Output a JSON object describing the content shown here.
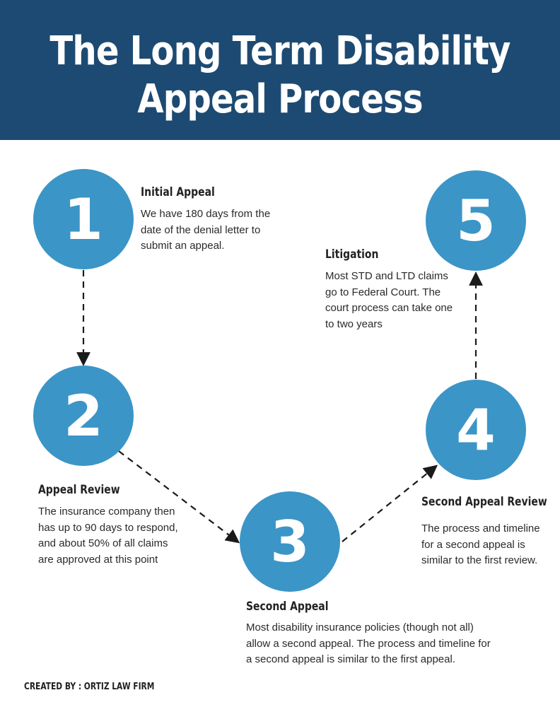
{
  "header": {
    "title_line1": "The Long Term Disability",
    "title_line2": "Appeal Process",
    "background_color": "#1d4a72"
  },
  "colors": {
    "circle": "#3b95c7",
    "connector": "#1a1a1a"
  },
  "steps": [
    {
      "number": "1",
      "title": "Initial Appeal",
      "lines": [
        "We have 180 days from the",
        "date of the denial letter to",
        "submit an appeal."
      ]
    },
    {
      "number": "2",
      "title": "Appeal Review",
      "lines": [
        "The insurance company then",
        "has up to 90 days to respond,",
        "and about 50% of all claims",
        "are approved at this point"
      ]
    },
    {
      "number": "3",
      "title": "Second Appeal",
      "lines": [
        "Most disability insurance policies (though not all)",
        "allow a second appeal. The process and timeline for",
        "a second appeal is similar to the first appeal."
      ]
    },
    {
      "number": "4",
      "title": "Second Appeal Review",
      "lines": [
        "The process and timeline",
        "for a second appeal is",
        "similar to the first review."
      ]
    },
    {
      "number": "5",
      "title": "Litigation",
      "lines": [
        "Most STD and LTD claims",
        "go to Federal Court. The",
        "court process can take one",
        "to two years"
      ]
    }
  ],
  "footer": {
    "credit": "CREATED BY : ORTIZ LAW FIRM"
  }
}
